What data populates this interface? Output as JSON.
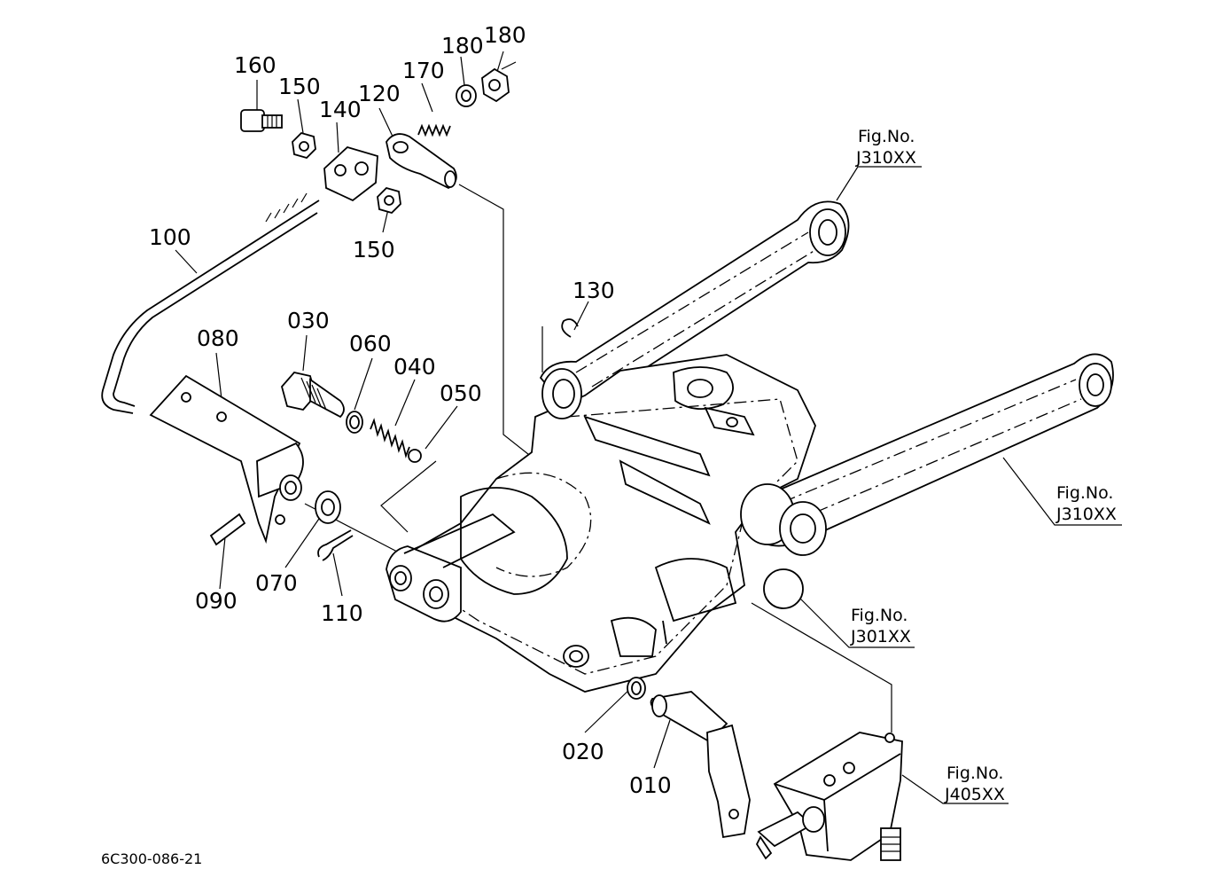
{
  "diagram": {
    "part_labels": [
      "160",
      "150",
      "140",
      "120",
      "170",
      "180",
      "180",
      "150",
      "100",
      "130",
      "030",
      "060",
      "040",
      "050",
      "080",
      "070",
      "090",
      "110",
      "020",
      "010"
    ],
    "figure_refs": [
      {
        "line1": "Fig.No.",
        "line2": "J310XX"
      },
      {
        "line1": "Fig.No.",
        "line2": "J310XX"
      },
      {
        "line1": "Fig.No.",
        "line2": "J301XX"
      },
      {
        "line1": "Fig.No.",
        "line2": "J405XX"
      }
    ],
    "drawing_code": "6C300-086-21"
  }
}
